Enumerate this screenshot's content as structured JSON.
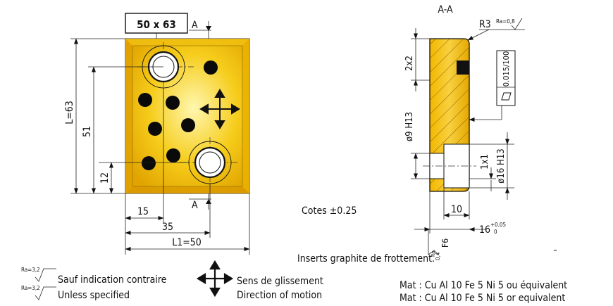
{
  "front_view": {
    "size_label": "50 x 63",
    "section_mark_top": "A",
    "section_mark_bottom": "A",
    "dim_height": "L=63",
    "dim_51": "51",
    "dim_12": "12",
    "dim_15": "15",
    "dim_35": "35",
    "dim_width": "L1=50"
  },
  "section_view": {
    "title": "A-A",
    "radius": "R3",
    "ra_top": "Ra=0,8",
    "dim_2x2": "2x2",
    "flatness": "0.015/100",
    "bore_9": "ø9 H13",
    "bore_16": "ø16 H13",
    "chamfer": "1x1",
    "dim_10": "10",
    "dim_16": "16",
    "dim_16_tol_upper": "+0.05",
    "dim_16_tol_lower": "0",
    "ra_bottom_value": "0,4",
    "ra_bottom_symbol": "Ra",
    "ra_bottom_label": "F6"
  },
  "tolerance_note": "Cotes ±0.25",
  "inserts_note": "Inserts graphite de frottement.",
  "legend": {
    "ra_value": "Ra=3,2",
    "line_fr": "Sauf indication contraire",
    "line_en": "Unless specified",
    "motion_fr": "Sens de glissement",
    "motion_en": "Direction of motion"
  },
  "material": {
    "fr": "Mat : Cu Al 10 Fe 5 Ni 5 ou équivalent",
    "en": "Mat : Cu Al 10 Fe 5 Ni 5 or equivalent"
  },
  "colors": {
    "bronze_light": "#fff6a8",
    "bronze": "#f4c300",
    "bronze_dark": "#d89a00",
    "insert": "#0a0a0a"
  }
}
